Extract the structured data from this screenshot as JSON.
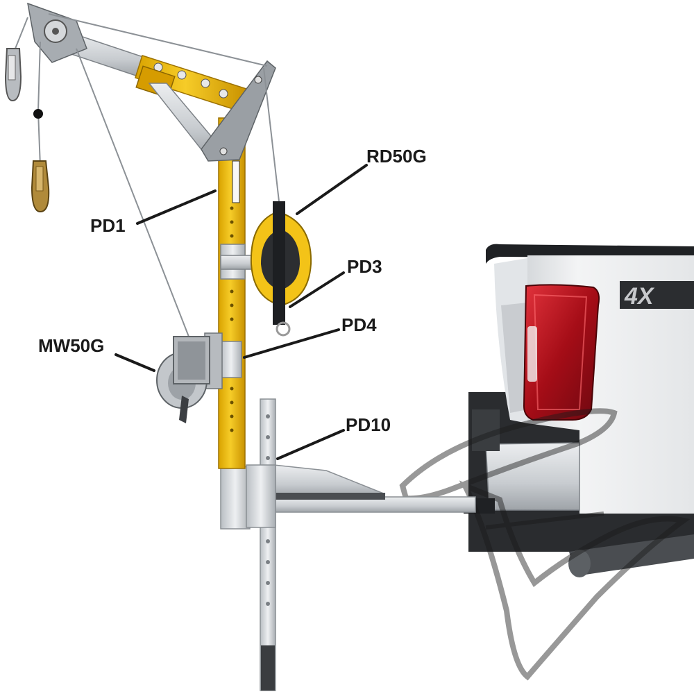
{
  "callouts": [
    {
      "id": "rd50g",
      "text": "RD50G"
    },
    {
      "id": "pd1",
      "text": "PD1"
    },
    {
      "id": "pd3",
      "text": "PD3"
    },
    {
      "id": "pd4",
      "text": "PD4"
    },
    {
      "id": "mw50g",
      "text": "MW50G"
    },
    {
      "id": "pd10",
      "text": "PD10"
    }
  ],
  "truck": {
    "badge": "4X"
  },
  "colors": {
    "mast": "#f2c21b",
    "steel": "#c9cdd1",
    "galvanized": "#d8dbde",
    "truck_body": "#eef0f2",
    "tail_light": "#b3111c"
  }
}
